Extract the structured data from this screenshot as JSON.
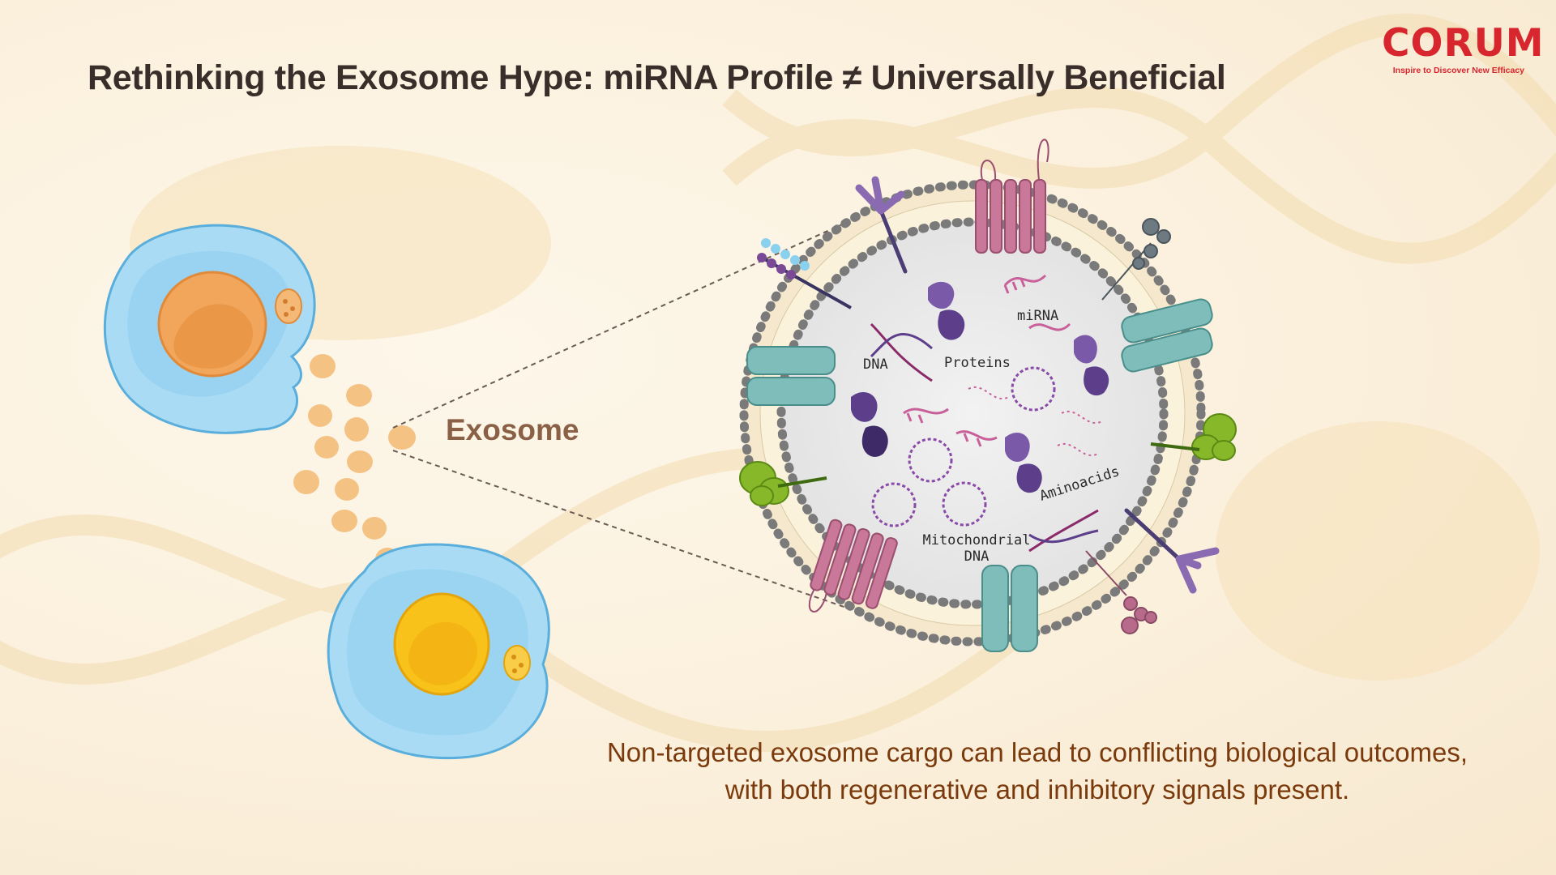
{
  "header": {
    "title": "Rethinking the Exosome Hype:  miRNA Profile ≠ Universally Beneficial"
  },
  "brand": {
    "name": "CORUM",
    "tagline": "Inspire to Discover New Efficacy",
    "color": "#d8262f"
  },
  "diagram": {
    "exosome_label": "Exosome",
    "cargo_labels": {
      "dna": "DNA",
      "proteins": "Proteins",
      "mirna": "miRNA",
      "aminoacids": "Aminoacids",
      "mito_line1": "Mitochondrial",
      "mito_line2": "DNA"
    }
  },
  "caption": {
    "line1": "Non-targeted exosome cargo can lead to conflicting biological outcomes,",
    "line2": "with both regenerative and inhibitory signals present."
  },
  "colors": {
    "title": "#3a2e2a",
    "exosome_label": "#8a6146",
    "caption": "#7a3a0c",
    "cell_body": "#a9dcf4",
    "vesicle": "#f4c283"
  }
}
